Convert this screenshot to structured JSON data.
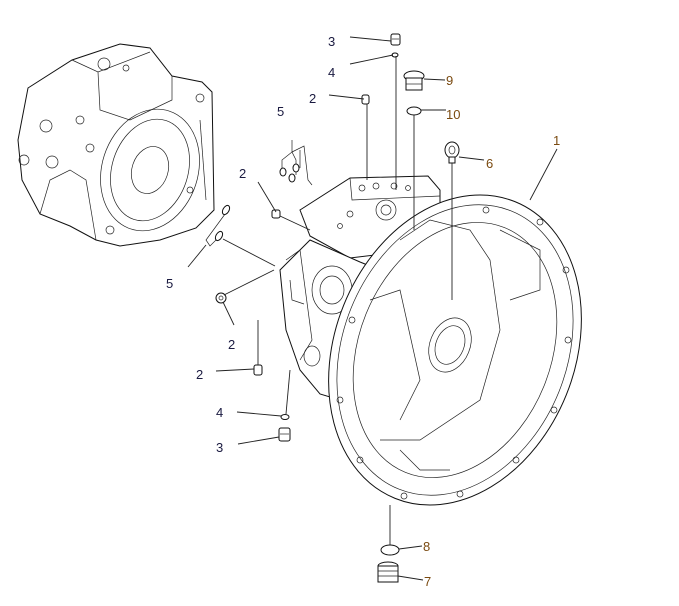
{
  "diagram": {
    "title": "Hydraulic pump assembly — exploded parts view",
    "labels": [
      {
        "id": "l3a",
        "text": "3"
      },
      {
        "id": "l4a",
        "text": "4"
      },
      {
        "id": "l9",
        "text": "9"
      },
      {
        "id": "l2a",
        "text": "2"
      },
      {
        "id": "l10",
        "text": "10"
      },
      {
        "id": "l5a",
        "text": "5"
      },
      {
        "id": "l1",
        "text": "1"
      },
      {
        "id": "l6",
        "text": "6"
      },
      {
        "id": "l2b",
        "text": "2"
      },
      {
        "id": "l5b",
        "text": "5"
      },
      {
        "id": "l2c",
        "text": "2"
      },
      {
        "id": "l2d",
        "text": "2"
      },
      {
        "id": "l4b",
        "text": "4"
      },
      {
        "id": "l3b",
        "text": "3"
      },
      {
        "id": "l8",
        "text": "8"
      },
      {
        "id": "l7",
        "text": "7"
      }
    ],
    "parts": [
      {
        "number": "1",
        "name": "pump-housing-flange"
      },
      {
        "number": "2",
        "name": "plug"
      },
      {
        "number": "3",
        "name": "plug"
      },
      {
        "number": "4",
        "name": "o-ring"
      },
      {
        "number": "5",
        "name": "tube"
      },
      {
        "number": "6",
        "name": "eye-bolt"
      },
      {
        "number": "7",
        "name": "plug"
      },
      {
        "number": "8",
        "name": "o-ring"
      },
      {
        "number": "9",
        "name": "plug"
      },
      {
        "number": "10",
        "name": "o-ring"
      }
    ]
  }
}
